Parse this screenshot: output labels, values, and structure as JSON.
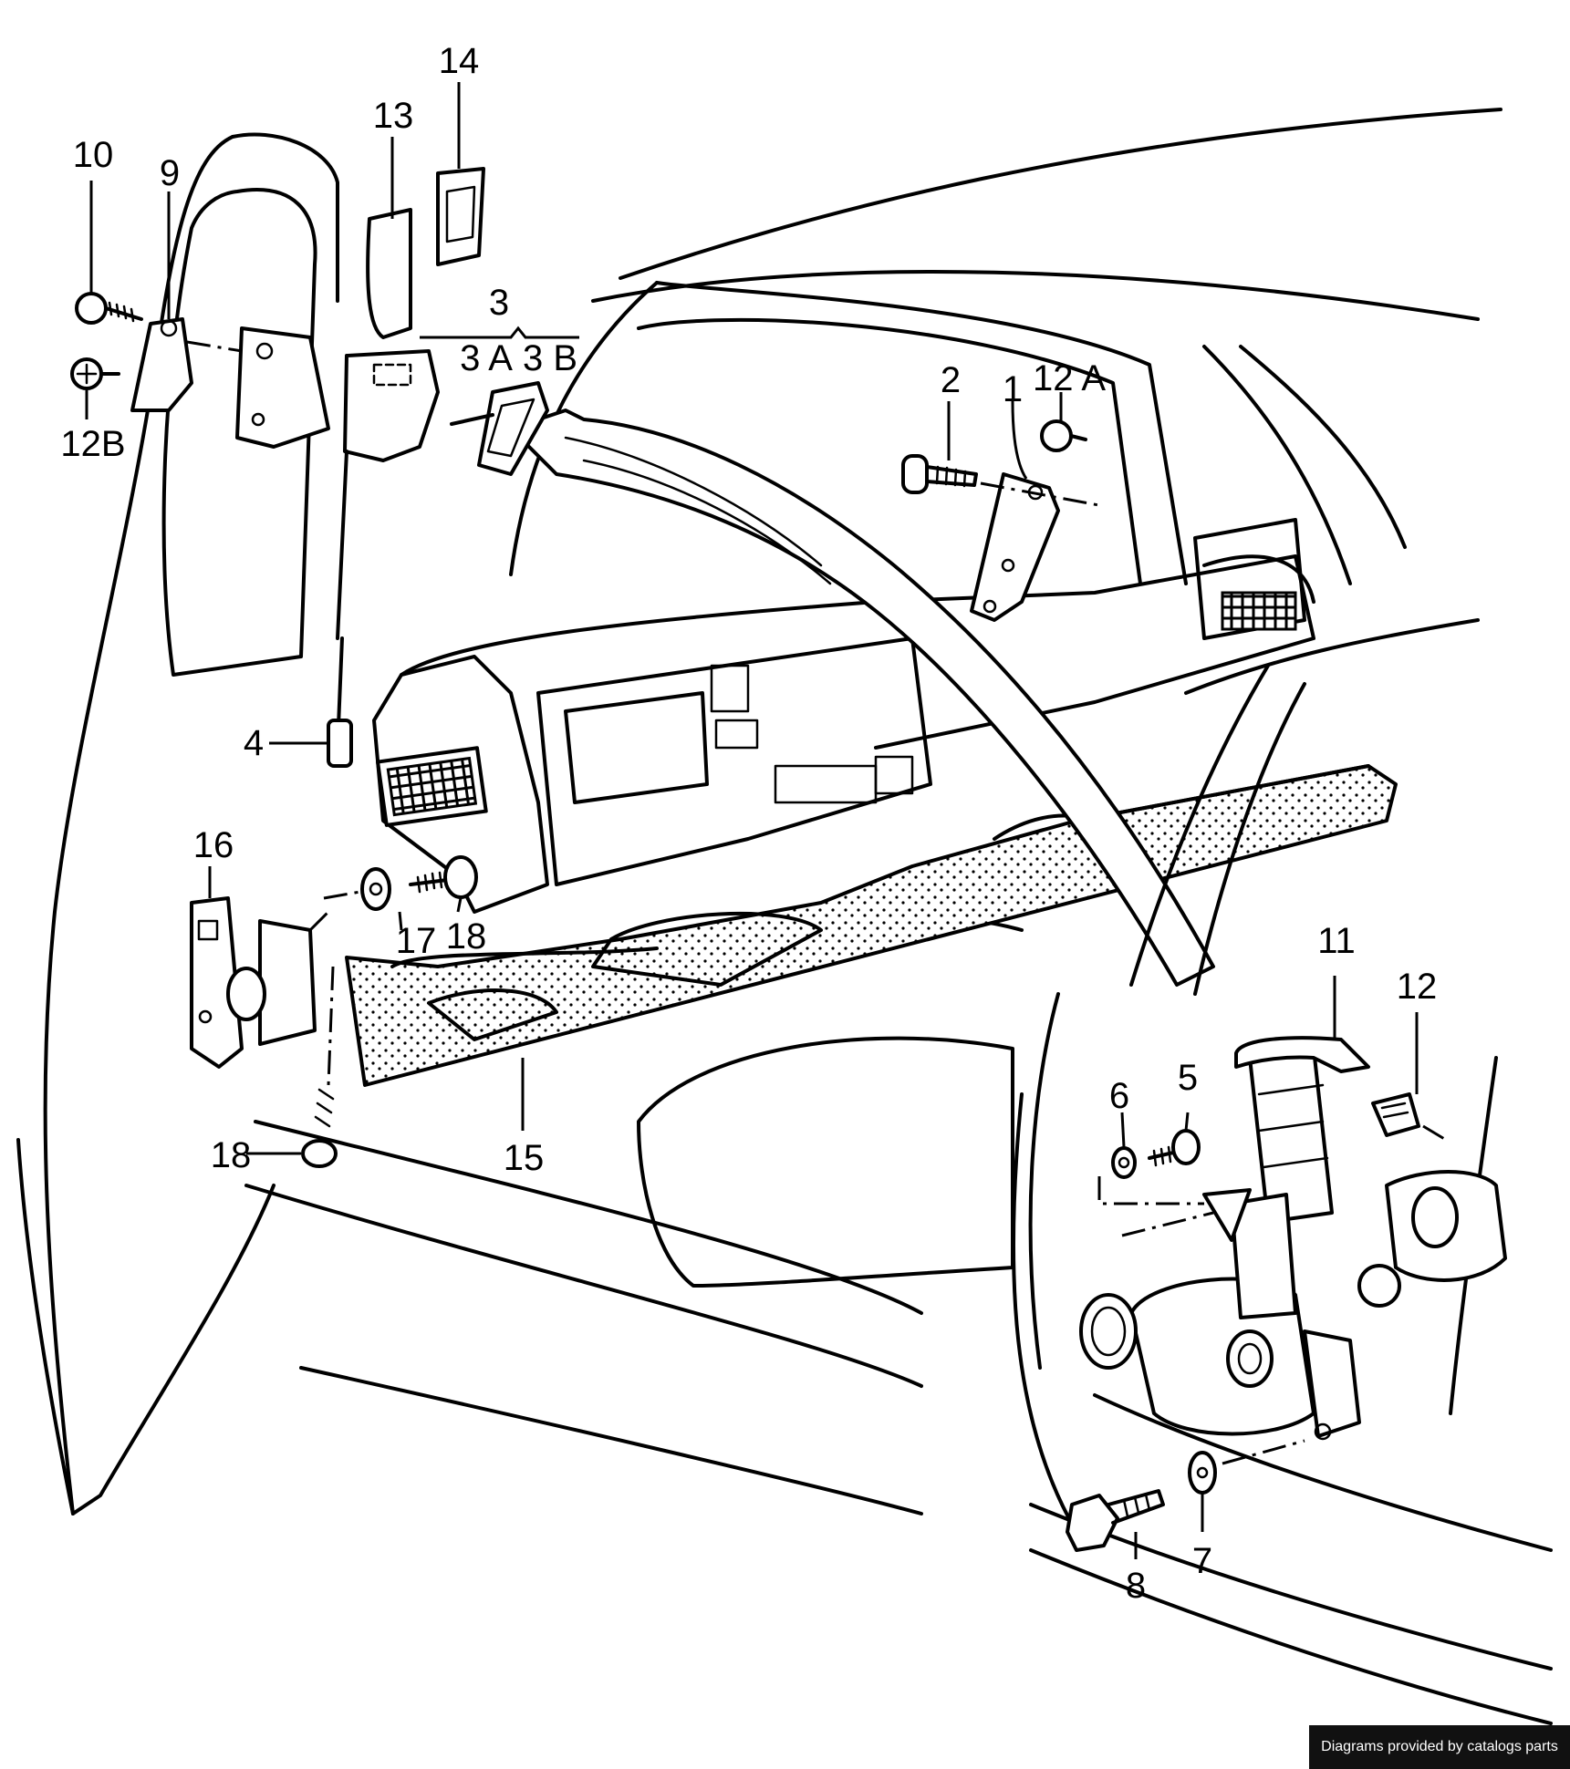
{
  "diagram": {
    "callouts": {
      "c1": "1",
      "c2": "2",
      "c3": "3",
      "c3a": "3 A",
      "c3b": "3 B",
      "c4": "4",
      "c5": "5",
      "c6": "6",
      "c7": "7",
      "c8": "8",
      "c9": "9",
      "c10": "10",
      "c11": "11",
      "c12": "12",
      "c12a": "12 A",
      "c12b": "12B",
      "c13": "13",
      "c14": "14",
      "c15": "15",
      "c16": "16",
      "c17": "17",
      "c18a": "18",
      "c18b": "18"
    }
  },
  "footer": {
    "credit": "Diagrams provided by catalogs parts"
  }
}
